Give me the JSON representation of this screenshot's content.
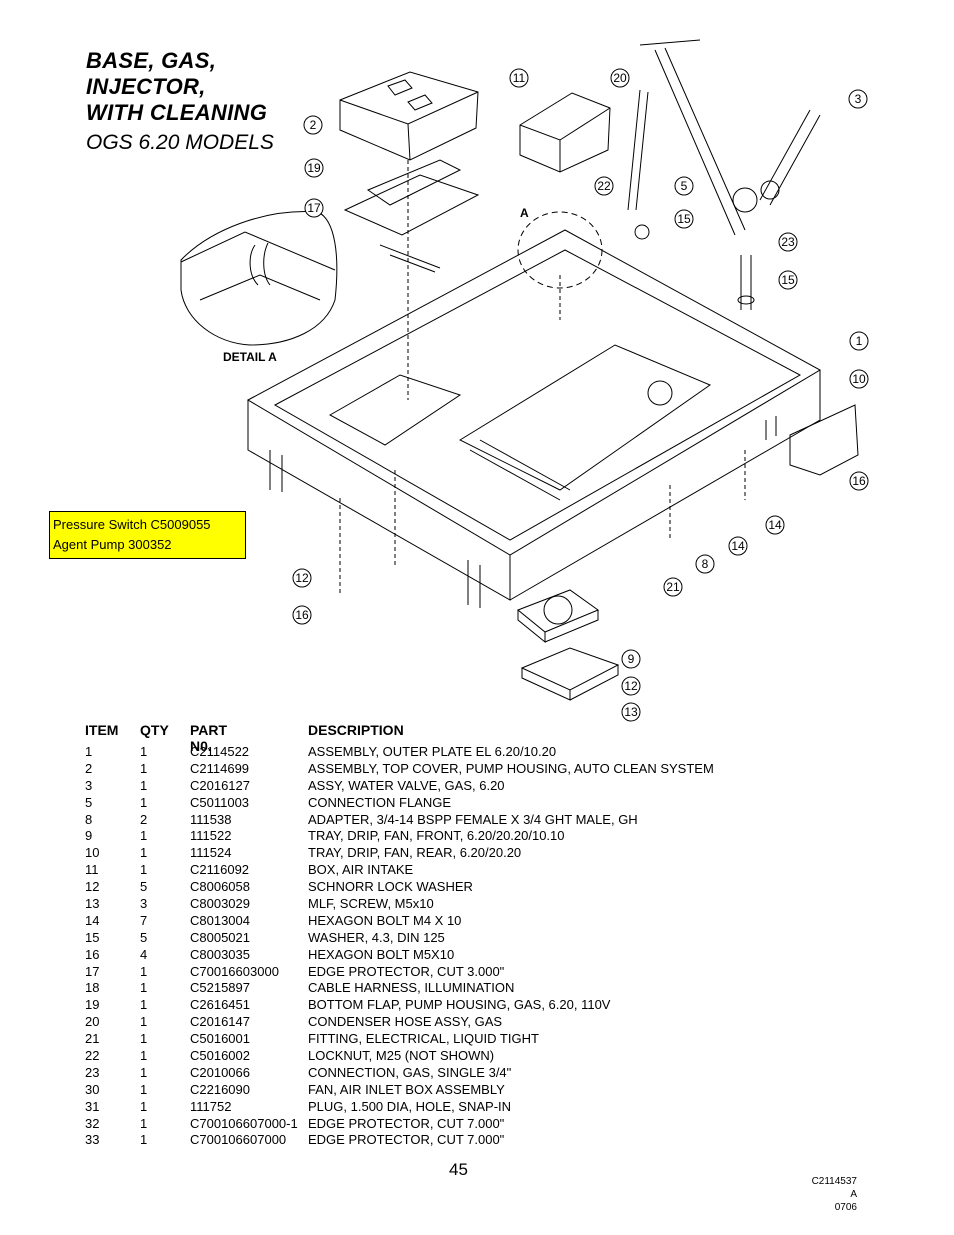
{
  "title": {
    "line1": "BASE, GAS,",
    "line2": "INJECTOR,",
    "line3": "WITH CLEANING",
    "subtitle": "OGS 6.20 MODELS"
  },
  "callout": {
    "line1": "Pressure Switch C5009055",
    "line2": "Agent Pump 300352"
  },
  "diagram": {
    "detail_label": "DETAIL A",
    "section_label": "A",
    "bubbles": [
      "11",
      "20",
      "3",
      "2",
      "19",
      "22",
      "5",
      "17",
      "15",
      "23",
      "15",
      "1",
      "10",
      "16",
      "14",
      "14",
      "8",
      "21",
      "12",
      "16",
      "9",
      "12",
      "13"
    ]
  },
  "table": {
    "headers": {
      "item": "ITEM",
      "qty": "QTY",
      "part": "PART N0.",
      "desc": "DESCRIPTION"
    },
    "rows": [
      {
        "item": "1",
        "qty": "1",
        "part": "C2114522",
        "desc": "ASSEMBLY, OUTER PLATE EL 6.20/10.20"
      },
      {
        "item": "2",
        "qty": "1",
        "part": "C2114699",
        "desc": "ASSEMBLY, TOP COVER, PUMP HOUSING, AUTO CLEAN SYSTEM"
      },
      {
        "item": "3",
        "qty": "1",
        "part": "C2016127",
        "desc": "ASSY, WATER VALVE, GAS, 6.20"
      },
      {
        "item": "5",
        "qty": "1",
        "part": "C5011003",
        "desc": "CONNECTION FLANGE"
      },
      {
        "item": "8",
        "qty": "2",
        "part": "111538",
        "desc": "ADAPTER, 3/4-14 BSPP FEMALE X 3/4 GHT MALE, GH"
      },
      {
        "item": "9",
        "qty": "1",
        "part": "111522",
        "desc": "TRAY, DRIP, FAN, FRONT, 6.20/20.20/10.10"
      },
      {
        "item": "10",
        "qty": "1",
        "part": "111524",
        "desc": "TRAY, DRIP, FAN, REAR, 6.20/20.20"
      },
      {
        "item": "11",
        "qty": "1",
        "part": "C2116092",
        "desc": "BOX, AIR INTAKE"
      },
      {
        "item": "12",
        "qty": "5",
        "part": "C8006058",
        "desc": "SCHNORR LOCK WASHER"
      },
      {
        "item": "13",
        "qty": "3",
        "part": "C8003029",
        "desc": "MLF, SCREW, M5x10"
      },
      {
        "item": "14",
        "qty": "7",
        "part": "C8013004",
        "desc": "HEXAGON BOLT M4 X 10"
      },
      {
        "item": "15",
        "qty": "5",
        "part": "C8005021",
        "desc": "WASHER, 4.3, DIN 125"
      },
      {
        "item": "16",
        "qty": "4",
        "part": "C8003035",
        "desc": "HEXAGON BOLT M5X10"
      },
      {
        "item": "17",
        "qty": "1",
        "part": "C70016603000",
        "desc": "EDGE PROTECTOR, CUT 3.000\""
      },
      {
        "item": "18",
        "qty": "1",
        "part": "C5215897",
        "desc": "CABLE HARNESS, ILLUMINATION"
      },
      {
        "item": "19",
        "qty": "1",
        "part": "C2616451",
        "desc": "BOTTOM FLAP, PUMP HOUSING, GAS, 6.20, 110V"
      },
      {
        "item": "20",
        "qty": "1",
        "part": "C2016147",
        "desc": "CONDENSER HOSE ASSY, GAS"
      },
      {
        "item": "21",
        "qty": "1",
        "part": "C5016001",
        "desc": "FITTING, ELECTRICAL, LIQUID TIGHT"
      },
      {
        "item": "22",
        "qty": "1",
        "part": "C5016002",
        "desc": "LOCKNUT, M25 (NOT SHOWN)"
      },
      {
        "item": "23",
        "qty": "1",
        "part": "C2010066",
        "desc": "CONNECTION, GAS, SINGLE 3/4\""
      },
      {
        "item": "30",
        "qty": "1",
        "part": "C2216090",
        "desc": "FAN, AIR INLET BOX ASSEMBLY"
      },
      {
        "item": "31",
        "qty": "1",
        "part": "111752",
        "desc": "PLUG, 1.500 DIA, HOLE, SNAP-IN"
      },
      {
        "item": "32",
        "qty": "1",
        "part": "C700106607000-1",
        "desc": "EDGE PROTECTOR, CUT 7.000\""
      },
      {
        "item": "33",
        "qty": "1",
        "part": "C700106607000",
        "desc": "EDGE PROTECTOR, CUT 7.000\""
      }
    ]
  },
  "footer": {
    "page_number": "45",
    "doc_number": "C2114537 A",
    "doc_date": "0706"
  }
}
